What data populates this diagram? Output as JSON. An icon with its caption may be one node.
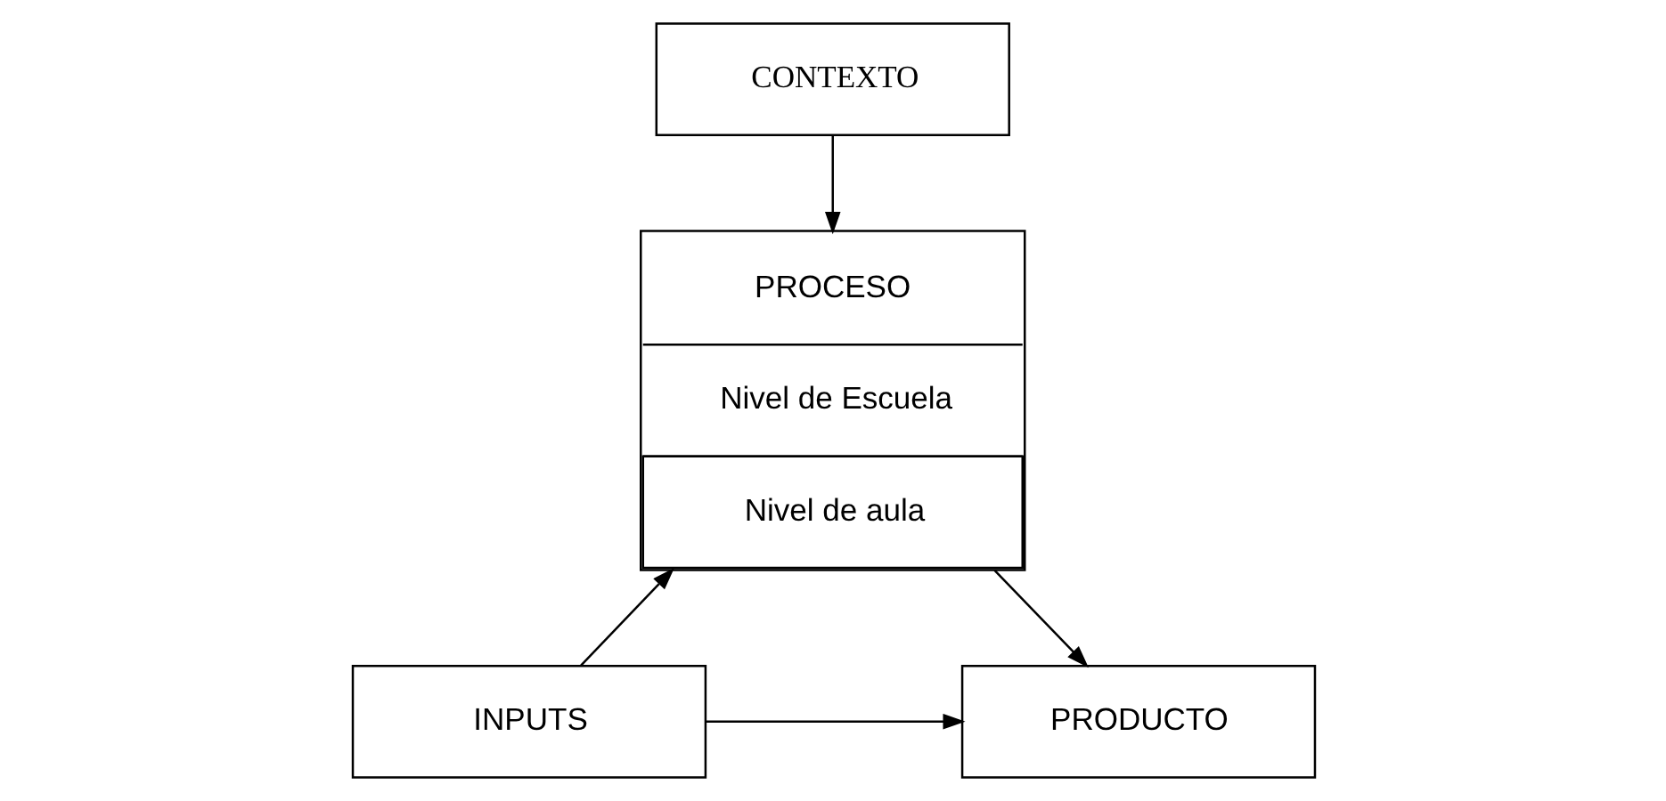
{
  "diagram": {
    "nodes": [
      {
        "text": [
          "CONTEXTO"
        ]
      },
      {
        "text": [
          "INPUTS"
        ]
      },
      {
        "text": [
          "PRODUCTO"
        ]
      },
      {
        "text": [
          "PROCESO",
          "Nivel de Escuela",
          "Nivel de aula"
        ]
      }
    ],
    "edges": [
      {
        "from": 0,
        "to": 3,
        "arrow": "to"
      },
      {
        "from": 1,
        "to": 2,
        "arrow": "to"
      },
      {
        "from": 1,
        "to": 3,
        "arrow": "to"
      },
      {
        "from": 3,
        "to": 2,
        "arrow": "to"
      }
    ]
  }
}
